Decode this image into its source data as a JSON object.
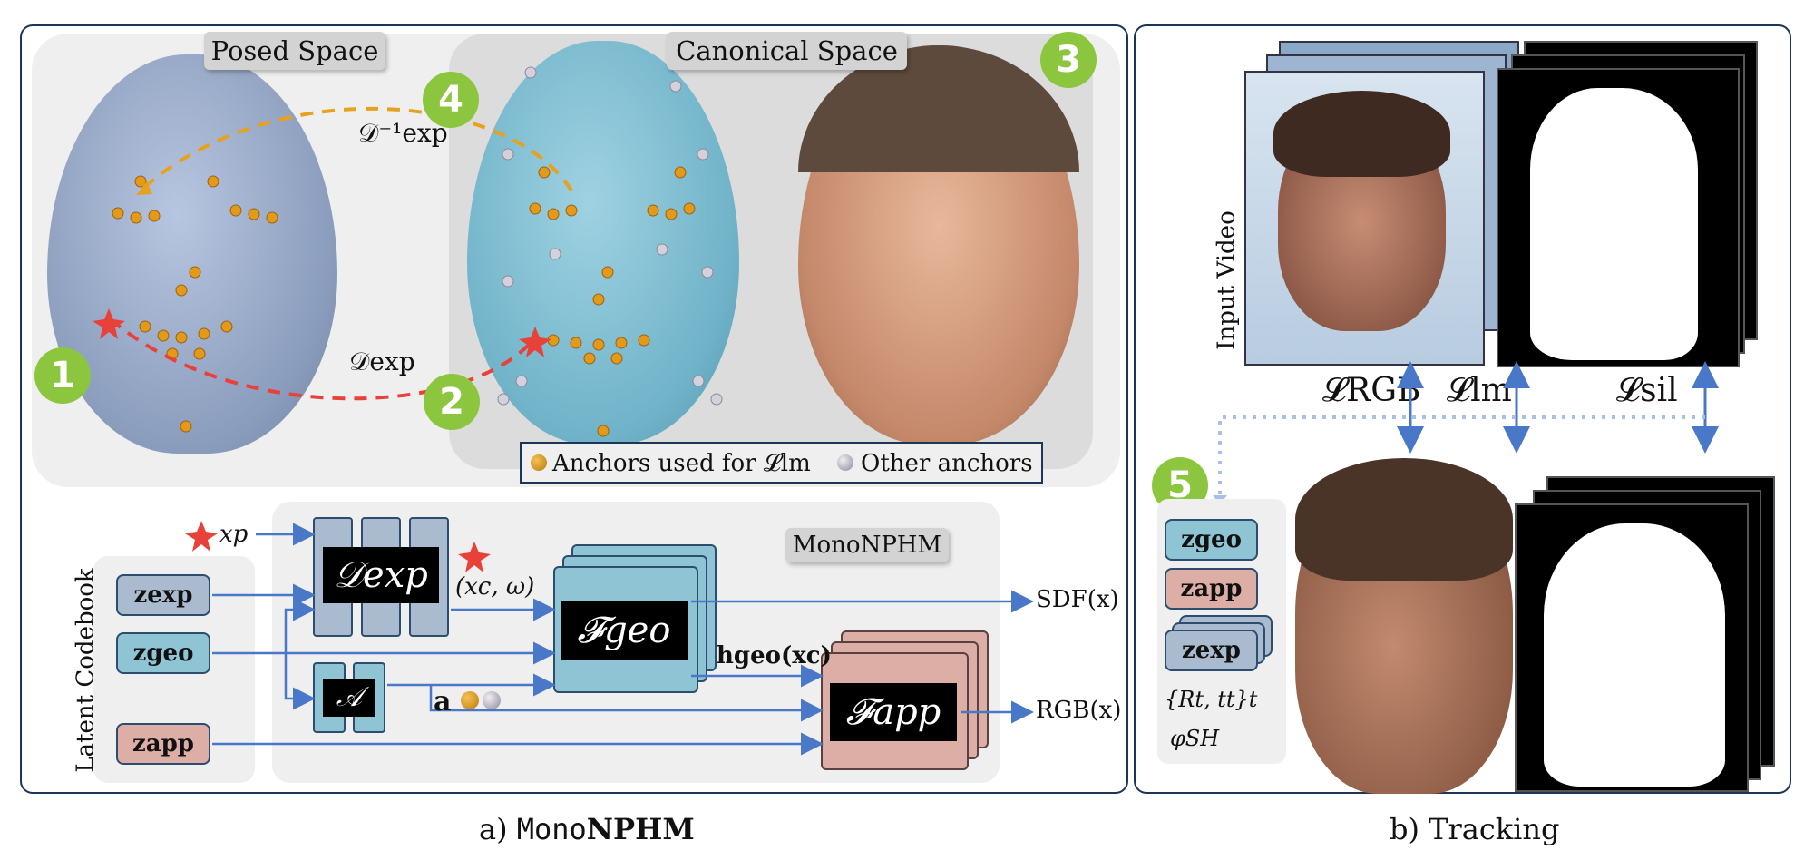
{
  "left_panel": {
    "posed_space_label": "Posed Space",
    "canonical_space_label": "Canonical Space",
    "deform_inverse_label": "𝒟⁻¹exp",
    "deform_label": "𝒟exp",
    "legend": {
      "anchors_used": "Anchors used for 𝓛lm",
      "other_anchors": "Other anchors"
    },
    "badges": [
      "1",
      "2",
      "3",
      "4"
    ],
    "latent_codebook_label": "Latent Codebook",
    "latents": {
      "exp": "zexp",
      "geo": "zgeo",
      "app": "zapp"
    },
    "xp_label": "xp",
    "monophm_label": "MonoNPHM",
    "blocks": {
      "dexp": "𝒟exp",
      "a": "𝒜",
      "fgeo": "𝓕geo",
      "fapp": "𝓕app"
    },
    "xc_omega_label": "(xc, ω)",
    "hgeo_label": "hgeo(xc)",
    "a_anchor_label": "a",
    "sdf_label": "SDF(x)",
    "rgb_label": "RGB(x)"
  },
  "right_panel": {
    "input_video_label": "Input Video",
    "loss_rgb": "𝓛RGB",
    "loss_lm": "𝓛lm",
    "loss_sil": "𝓛sil",
    "badge": "5",
    "latents": {
      "geo": "zgeo",
      "app": "zapp",
      "exp": "zexp"
    },
    "pose_params": "{Rt, tt}t",
    "sh_param": "φSH"
  },
  "captions": {
    "a_prefix": "a) ",
    "a_mono": "Mono",
    "a_bold": "NPHM",
    "b": "b) Tracking"
  },
  "colors": {
    "frame": "#1e3656",
    "arrow_blue": "#4a78c8",
    "dash_orange": "#e6a21f",
    "dash_red": "#e8413a",
    "badge_green": "#8cc63e",
    "latent_exp": "#aabbd0",
    "latent_geo": "#8ec4d4",
    "latent_app": "#dcaea6"
  }
}
